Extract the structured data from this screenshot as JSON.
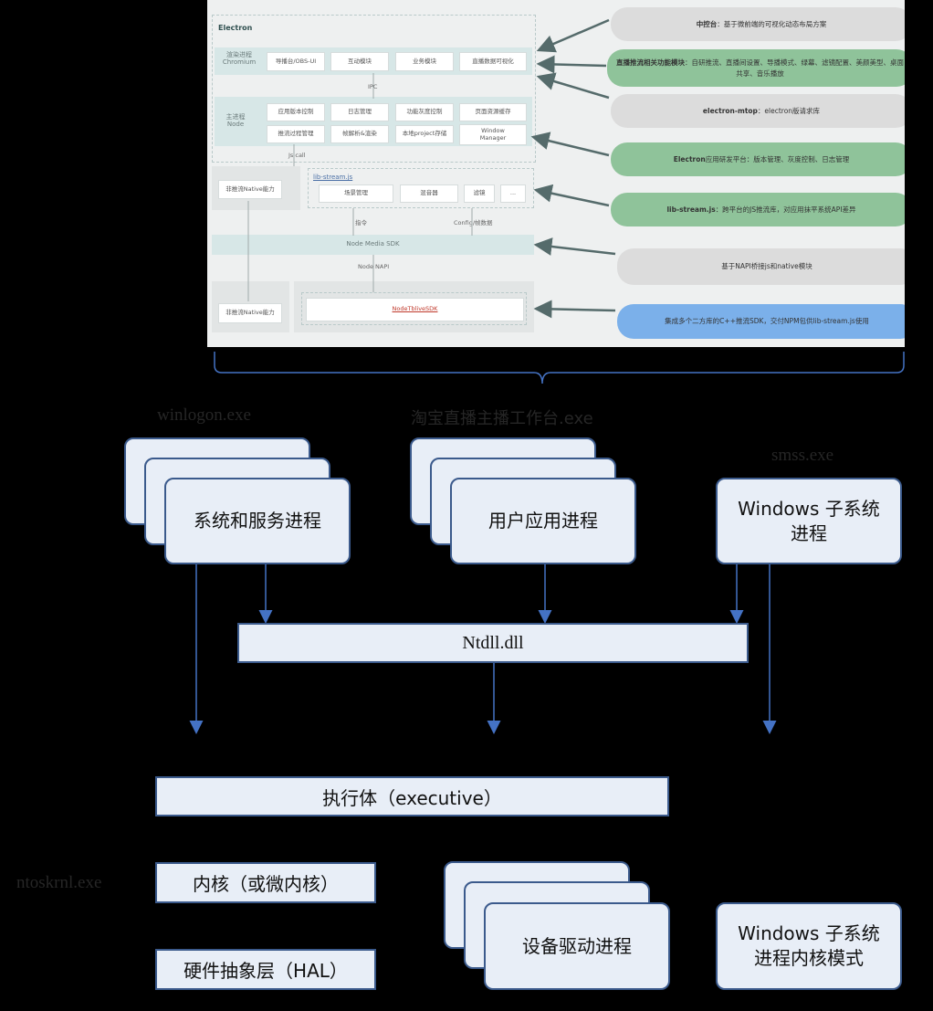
{
  "screenshot": {
    "title": "Electron",
    "render_process_label": "渲染进程\nChromium",
    "render_modules": [
      "导播台/OBS-UI",
      "互动模块",
      "业务模块",
      "直播数据可视化"
    ],
    "ipc_label": "IPC",
    "main_process_label": "主进程\nNode",
    "main_modules_row1": [
      "应用版本控制",
      "日志管理",
      "功能灰度控制",
      "页面资源缓存"
    ],
    "main_modules_row2": [
      "推流过程管理",
      "帧解析&渲染",
      "本地project存储",
      "Window\nManager"
    ],
    "js_call_label": "Js call",
    "native_label_1": "非推流Native能力",
    "lib_stream_label": "lib-stream.js",
    "lib_modules": [
      "场景管理",
      "混音器",
      "滤镜",
      "..."
    ],
    "command_label": "指令",
    "config_label": "Config/帧数据",
    "node_media_sdk": "Node Media SDK",
    "node_napi": "Node NAPI",
    "native_label_2": "非推流Native能力",
    "tblive_sdk": "NodeTbliveSDK",
    "notes": [
      {
        "bold": "中控台",
        "text": "：基于微前端的可视化动态布局方案",
        "color": "grey"
      },
      {
        "bold": "直播推流相关功能模块",
        "text": "：自研推流、直播间设置、导播模式、绿幕、滤镜配置、美颜美型、桌面共享、音乐播放",
        "color": "green"
      },
      {
        "bold": "electron-mtop",
        "text": "：electron版请求库",
        "color": "grey"
      },
      {
        "bold": "Electron",
        "text": "应用研发平台：版本管理、灰度控制、日志管理",
        "color": "green"
      },
      {
        "bold": "lib-stream.js",
        "text": "：跨平台的JS推流库，对应用抹平系统API差异",
        "color": "green"
      },
      {
        "bold": "",
        "text": "基于NAPI桥接js和native模块",
        "color": "grey"
      },
      {
        "bold": "",
        "text": "集成多个二方库的C++推流SDK，交付NPM包供lib-stream.js使用",
        "color": "blue"
      }
    ]
  },
  "diagram": {
    "exe_winlogon": "winlogon.exe",
    "exe_taobao": "淘宝直播主播工作台.exe",
    "exe_smss": "smss.exe",
    "exe_ntoskrnl": "ntoskrnl.exe",
    "system_service": "系统和服务进程",
    "user_app": "用户应用进程",
    "win_subsystem": "Windows 子系统\n进程",
    "ntdll": "Ntdll.dll",
    "executive": "执行体（executive）",
    "kernel": "内核（或微内核）",
    "hal": "硬件抽象层（HAL）",
    "device_driver": "设备驱动进程",
    "win_subsystem_kernel": "Windows 子系统\n进程内核模式"
  },
  "colors": {
    "background": "#000000",
    "box_fill": "#e8eef7",
    "box_border": "#3b5a8c",
    "arrow": "#4472c4",
    "teal_band": "#d7e7e7",
    "note_green": "#8fc39a",
    "note_blue": "#7bb0ea",
    "note_grey": "#dcdcdc"
  }
}
